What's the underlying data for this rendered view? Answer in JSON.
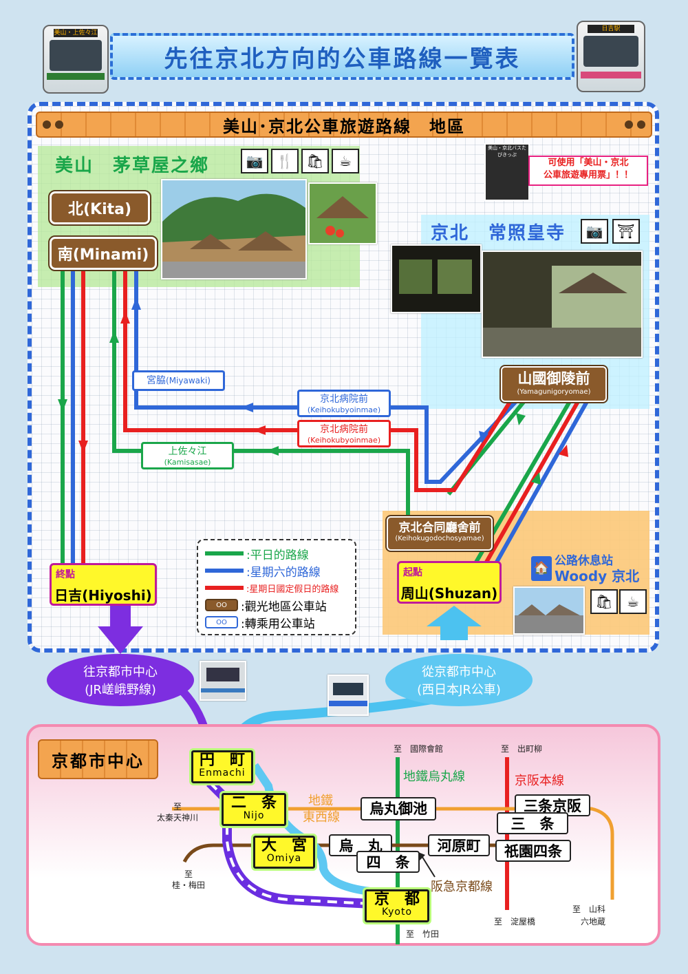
{
  "title": "先往京北方向的公車路線一覽表",
  "region_title": "美山･京北公車旅遊路線　地區",
  "miyama": {
    "title": "美山　茅草屋之鄉",
    "stop_north": "北(Kita)",
    "stop_south": "南(Minami)"
  },
  "keihoku": {
    "title": "京北　常照皇寺"
  },
  "ticket_note": [
    "可使用「美山・京北",
    "公車旅遊專用票」！！"
  ],
  "ticket_label": "美山・京北バスたびきっぷ",
  "stops": {
    "yamaguni": {
      "name": "山國御陵前",
      "en": "(Yamagunigoryomae)"
    },
    "miyawaki": {
      "name": "宮脇",
      "en": "(Miyawaki)"
    },
    "keihokubyoin_blue": {
      "name": "京北病院前",
      "en": "(Keihokubyoinmae)"
    },
    "keihokubyoin_red": {
      "name": "京北病院前",
      "en": "(Keihokubyoinmae)"
    },
    "kamisasae": {
      "name": "上佐々江",
      "en": "(Kamisasae)"
    },
    "keihokugodo": {
      "name": "京北合同廳舍前",
      "en": "(Keihokugodochosyamae)"
    }
  },
  "end_terminal": {
    "tag": "終點",
    "name": "日吉(Hiyoshi)"
  },
  "start_terminal": {
    "tag": "起點",
    "name": "周山(Shuzan)"
  },
  "rest_area": [
    "公路休息站",
    "Woody 京北"
  ],
  "legend": [
    {
      "label": ":平日的路線",
      "color": "#1aa64a"
    },
    {
      "label": ":星期六的路線",
      "color": "#2f67d8"
    },
    {
      "label": ":星期日國定假日的路線",
      "color": "#e82020"
    },
    {
      "label": ":觀光地區公車站",
      "color": "#8a5a2b",
      "symbol": "OO"
    },
    {
      "label": ":轉乘用公車站",
      "color": "#2f67d8",
      "symbol": "OO"
    }
  ],
  "to_city": [
    "往京都市中心",
    "(JR嵯峨野線)"
  ],
  "from_city": [
    "從京都市中心",
    "(西日本JR公車)"
  ],
  "city_title": "京都市中心",
  "city_stations": {
    "enmachi": {
      "name": "円　町",
      "en": "Enmachi"
    },
    "nijo": {
      "name": "二　条",
      "en": "Nijo"
    },
    "omiya": {
      "name": "大　宮",
      "en": "Omiya"
    },
    "kyoto": {
      "name": "京　都",
      "en": "Kyoto"
    },
    "karasuma_oike": "烏丸御池",
    "sanjo_keihan": "三条京阪",
    "sanjo": "三　条",
    "karasuma": "烏　丸",
    "shijo": "四　条",
    "kawaramachi": "河原町",
    "gion_shijo": "祇園四条"
  },
  "city_labels": {
    "kokusai": "至　國際會館",
    "demachi": "至　出町柳",
    "karasuma_line": "地鐵烏丸線",
    "keihan_line": "京阪本線",
    "tozai_line_1": "地鐵",
    "tozai_line_2": "東西線",
    "uzumasa_1": "至",
    "uzumasa_2": "太秦天神川",
    "katsura_1": "至",
    "katsura_2": "桂・梅田",
    "hankyu_line": "阪急京都線",
    "yamashina_1": "至　山科",
    "yamashina_2": "六地蔵",
    "yodoyabashi": "至　淀屋橋",
    "takeda": "至　竹田"
  },
  "bus_signs": {
    "left": "美山・上佐々江",
    "right": "日吉駅"
  }
}
